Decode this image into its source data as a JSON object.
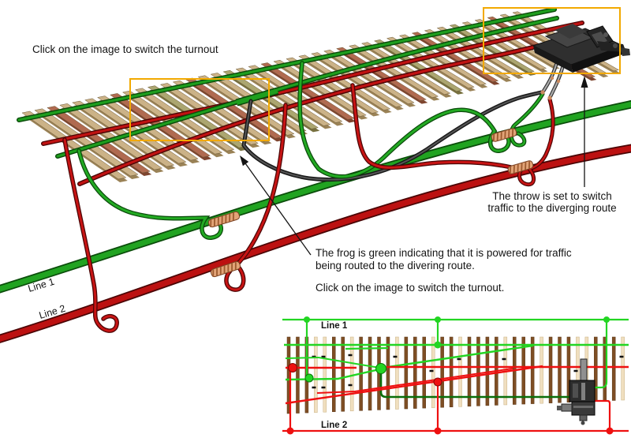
{
  "notes": {
    "instruction_top": "Click on the image to switch the turnout",
    "throw_line1": "The throw is set to switch",
    "throw_line2": "traffic to the diverging route",
    "frog_line1": "The frog is green indicating that it is powered for traffic",
    "frog_line2": "being routed to the divering route.",
    "instruction_bottom": "Click on the image to switch the turnout."
  },
  "bus": {
    "line1_label": "Line 1",
    "line2_label": "Line 2"
  },
  "schematic": {
    "line1_label": "Line 1",
    "line2_label": "Line 2"
  },
  "colors": {
    "rail_green": "#1E9E1E",
    "rail_red": "#C01212",
    "bus_green": "#21A321",
    "bus_red": "#BC1111",
    "tie_tan": "#CBB287",
    "tie_reddish": "#B06A50",
    "tie_olive": "#ABA670",
    "solder_copper": "#E2A478",
    "highlight_orange": "#F2A900",
    "schematic_green": "#23D523",
    "schematic_red": "#EE1010",
    "frog_wire_green": "#0A6E0A",
    "machine_dark": "#2F2F2F",
    "text": "#141414"
  }
}
